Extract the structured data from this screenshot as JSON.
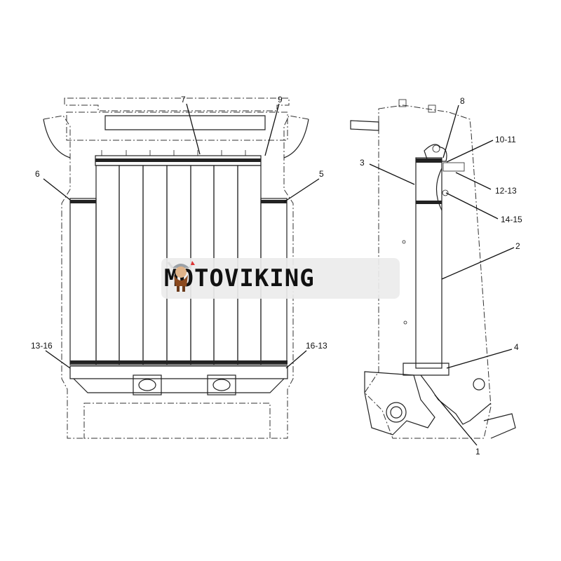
{
  "diagram": {
    "callouts_left": {
      "c7": "7",
      "c9": "9",
      "c6": "6",
      "c5": "5",
      "c13_16": "13-16",
      "c16_13": "16-13"
    },
    "callouts_right": {
      "c8": "8",
      "c10_11": "10-11",
      "c3": "3",
      "c12_13": "12-13",
      "c14_15": "14-15",
      "c2": "2",
      "c4": "4",
      "c1": "1"
    }
  },
  "watermark": {
    "text": "MOTOVIKING"
  }
}
